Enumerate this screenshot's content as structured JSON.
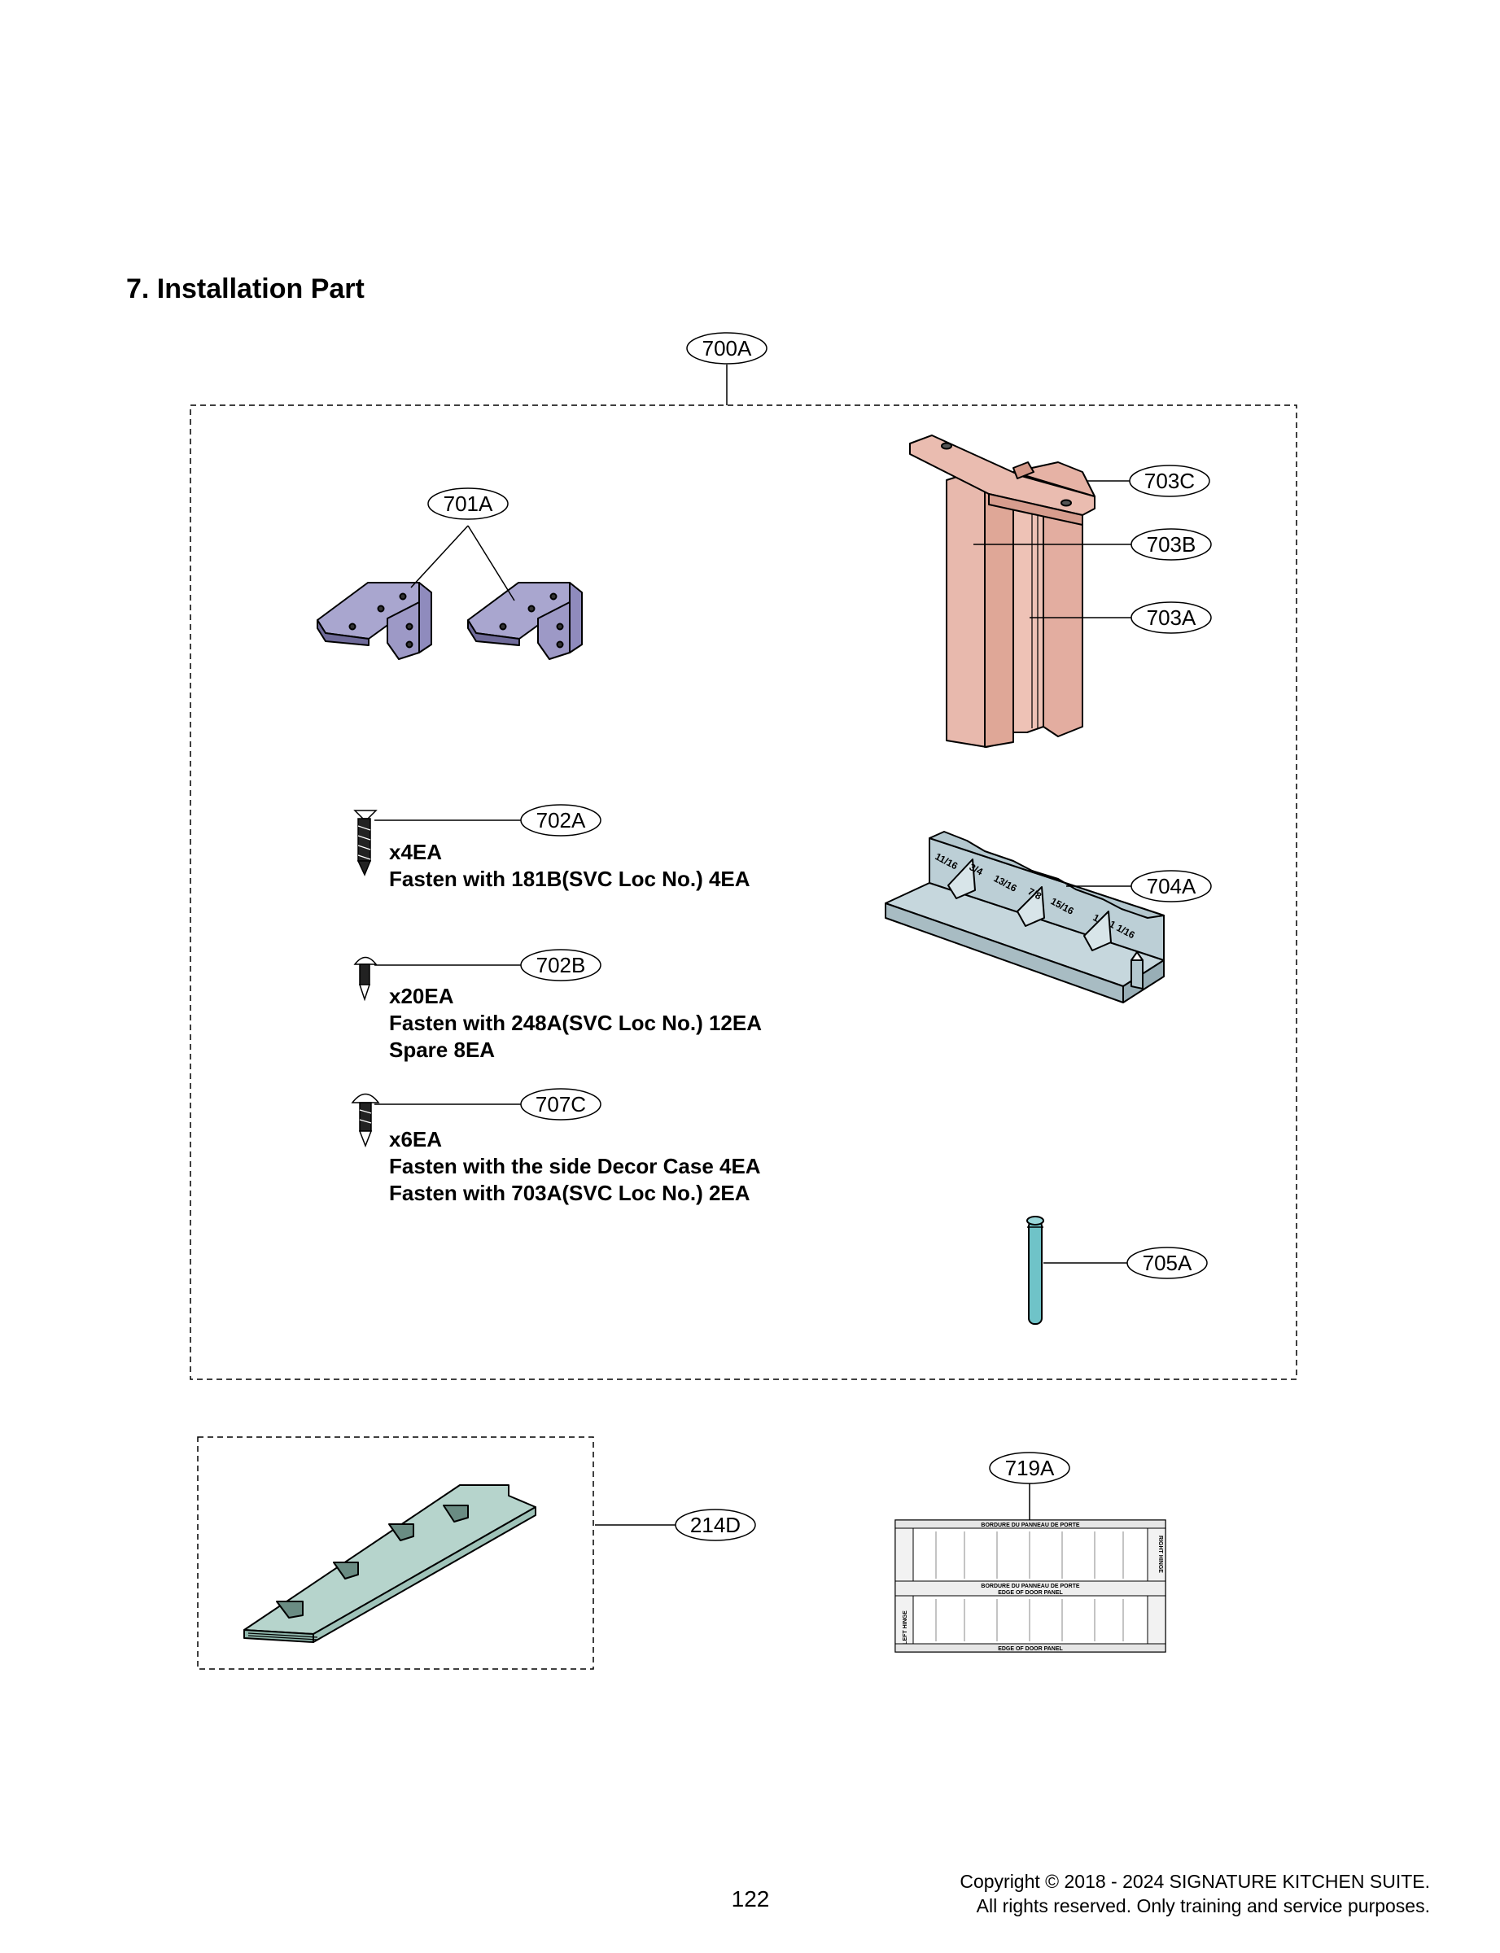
{
  "section_title": "7. Installation Part",
  "callouts": {
    "c700A": "700A",
    "c701A": "701A",
    "c702A": "702A",
    "c702B": "702B",
    "c703A": "703A",
    "c703B": "703B",
    "c703C": "703C",
    "c704A": "704A",
    "c705A": "705A",
    "c707C": "707C",
    "c214D": "214D",
    "c719A": "719A"
  },
  "notes": {
    "n702A": [
      "x4EA",
      "Fasten with 181B(SVC Loc No.) 4EA"
    ],
    "n702B": [
      "x20EA",
      "Fasten with 248A(SVC Loc No.) 12EA",
      "Spare 8EA"
    ],
    "n707C": [
      "x6EA",
      "Fasten with the side Decor Case 4EA",
      "Fasten with 703A(SVC Loc No.) 2EA"
    ]
  },
  "guide_ticks": [
    "11/16",
    "3/4",
    "13/16",
    "7/8",
    "15/16",
    "1",
    "1 1/16"
  ],
  "template_labels": {
    "top_header": "BORDURE DU PANNEAU DE PORTE",
    "mid_header_1": "BORDURE DU PANNEAU DE PORTE",
    "mid_header_2": "EDGE OF DOOR PANEL",
    "bottom_header": "EDGE OF DOOR PANEL",
    "left_text": "LEFT HINGE",
    "right_text": "RIGHT HINGE"
  },
  "page_number": "122",
  "footer": {
    "line1": "Copyright © 2018 - 2024 SIGNATURE KITCHEN SUITE.",
    "line2": "All rights reserved. Only training and service purposes."
  },
  "colors": {
    "bracket": "#a9a6cf",
    "panel": "#e8b9ad",
    "guide": "#bccfd6",
    "pin": "#6fc3c8",
    "trim": "#b6d4cc"
  }
}
